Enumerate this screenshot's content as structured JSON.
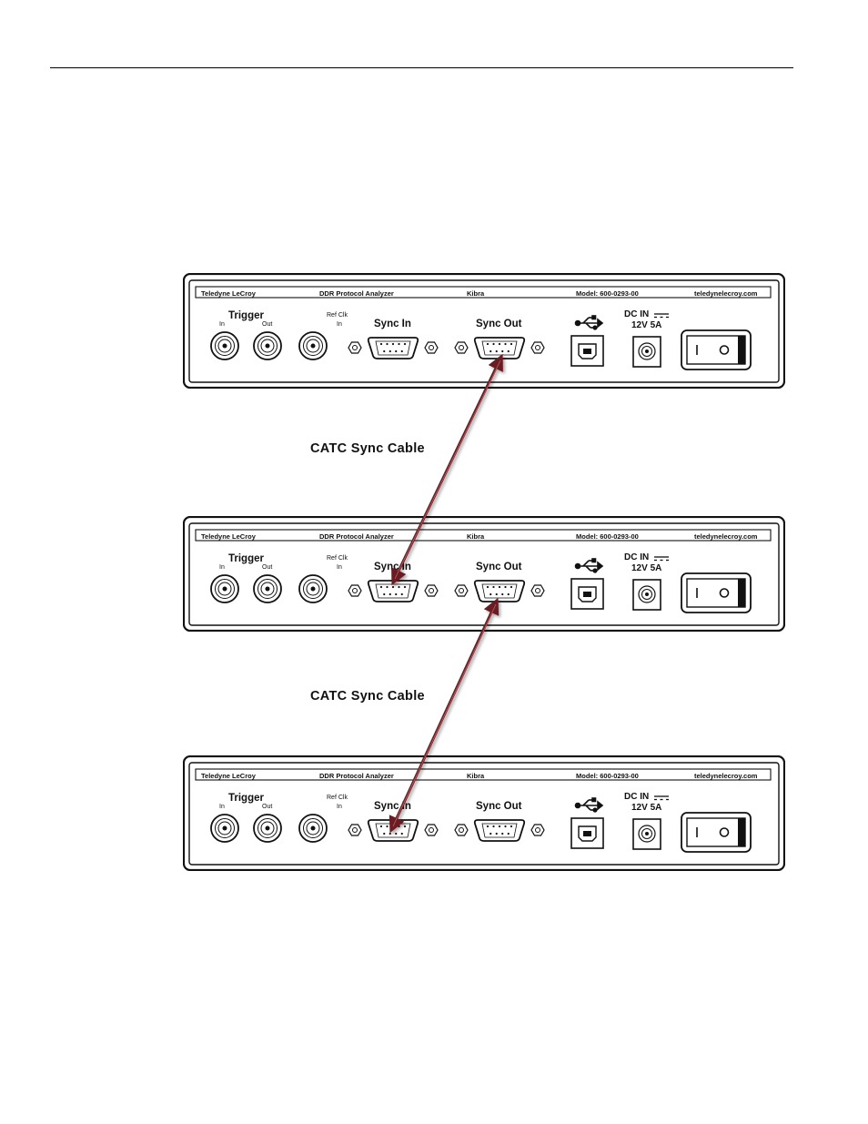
{
  "units": [
    {
      "id": "top",
      "strip": {
        "brand": "Teledyne LeCroy",
        "product": "DDR Protocol Analyzer",
        "name": "Kibra",
        "model": "Model: 600-0293-00",
        "website": "teledynelecroy.com"
      },
      "ports": {
        "trigger": "Trigger",
        "trigger_in": "In",
        "trigger_out": "Out",
        "refclk": "Ref Clk",
        "refclk_in": "In",
        "sync_in": "Sync In",
        "sync_out": "Sync Out",
        "dc_in": "DC IN",
        "dc_rating": "12V 5A"
      }
    },
    {
      "id": "middle",
      "strip": {
        "brand": "Teledyne LeCroy",
        "product": "DDR Protocol Analyzer",
        "name": "Kibra",
        "model": "Model: 600-0293-00",
        "website": "teledynelecroy.com"
      },
      "ports": {
        "trigger": "Trigger",
        "trigger_in": "In",
        "trigger_out": "Out",
        "refclk": "Ref Clk",
        "refclk_in": "In",
        "sync_in": "Sync In",
        "sync_out": "Sync Out",
        "dc_in": "DC IN",
        "dc_rating": "12V 5A"
      }
    },
    {
      "id": "bottom",
      "strip": {
        "brand": "Teledyne LeCroy",
        "product": "DDR Protocol Analyzer",
        "name": "Kibra",
        "model": "Model: 600-0293-00",
        "website": "teledynelecroy.com"
      },
      "ports": {
        "trigger": "Trigger",
        "trigger_in": "In",
        "trigger_out": "Out",
        "refclk": "Ref Clk",
        "refclk_in": "In",
        "sync_in": "Sync In",
        "sync_out": "Sync Out",
        "dc_in": "DC IN",
        "dc_rating": "12V 5A"
      }
    }
  ],
  "cables": [
    {
      "label": "CATC Sync Cable",
      "from": "top sync out",
      "to": "middle sync in"
    },
    {
      "label": "CATC Sync Cable",
      "from": "middle sync out",
      "to": "bottom sync in"
    }
  ],
  "colors": {
    "cable": "#6b1d22",
    "cable_highlight": "#b8656b",
    "panel_stroke": "#111111",
    "connector_fill": "#ffffff"
  },
  "icons": {
    "usb": "usb-icon",
    "power_switch": "rocker-switch-icon"
  }
}
